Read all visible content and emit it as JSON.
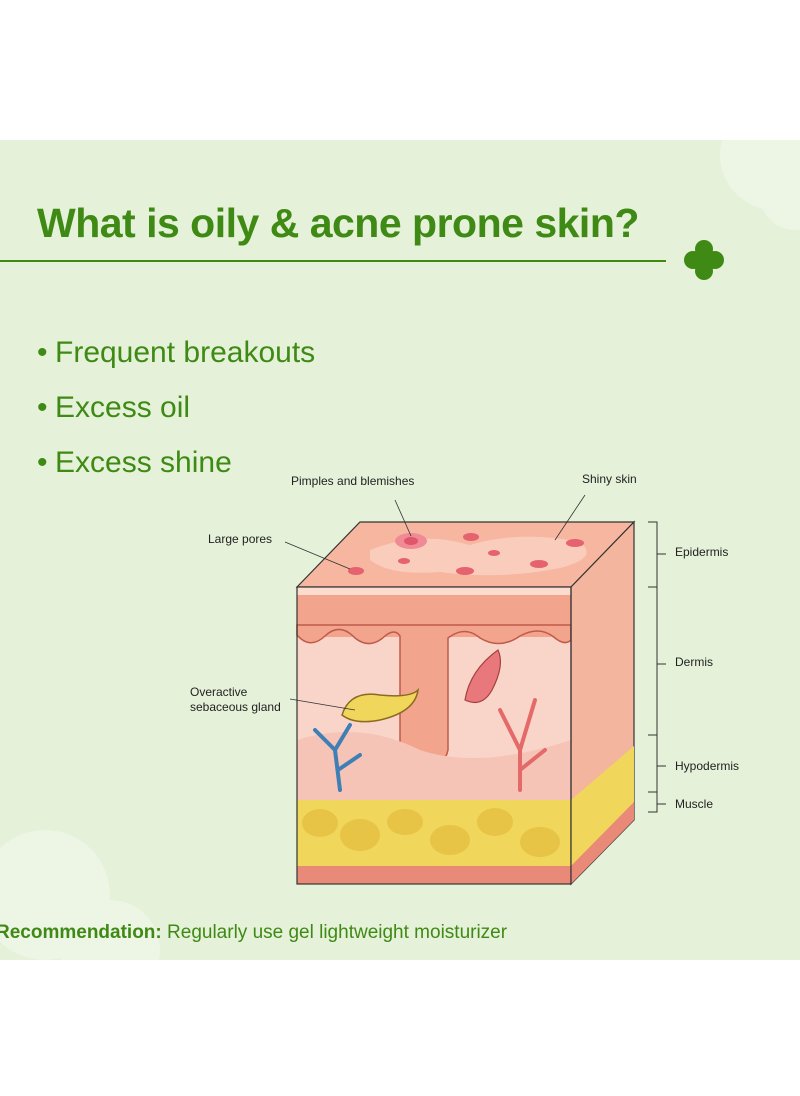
{
  "title": "What is oily & acne prone skin?",
  "bullets": [
    "Frequent breakouts",
    "Excess oil",
    "Excess shine"
  ],
  "diagram": {
    "labels": {
      "pimples": "Pimples and blemishes",
      "shiny": "Shiny skin",
      "large_pores": "Large pores",
      "gland_line1": "Overactive",
      "gland_line2": "sebaceous gland",
      "epidermis": "Epidermis",
      "dermis": "Dermis",
      "hypodermis": "Hypodermis",
      "muscle": "Muscle"
    }
  },
  "recommendation": {
    "label": "Recommendation:",
    "text": "Regularly use gel lightweight moisturizer"
  },
  "colors": {
    "brand_green": "#3f8a14",
    "background": "#e5f1d9",
    "skin": "#f2a58c",
    "fat": "#f0d65a",
    "vein_blue": "#3f7fb5",
    "vessel_red": "#e46a6a"
  },
  "icons": {
    "plus": "medical-plus-icon"
  }
}
